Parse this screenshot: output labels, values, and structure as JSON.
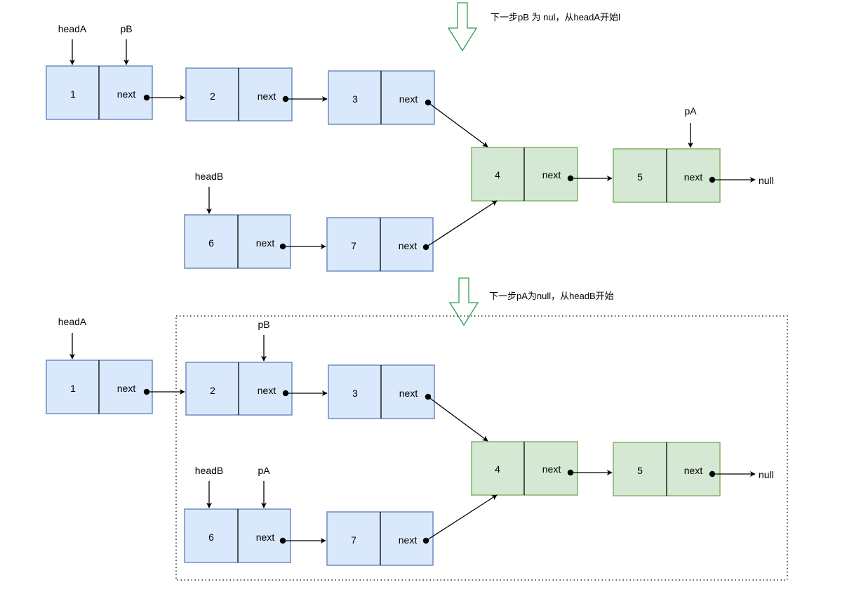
{
  "colors": {
    "node_blue_fill": "#dae8fc",
    "node_blue_stroke": "#6c8ebf",
    "node_green_fill": "#d5e8d4",
    "node_green_stroke": "#82b366",
    "step_arrow_stroke": "#2e9e4f",
    "line": "#000000"
  },
  "top": {
    "note": "下一步pB 为 nul，从headA开始l",
    "nodes": [
      {
        "value": "1",
        "next": "next"
      },
      {
        "value": "2",
        "next": "next"
      },
      {
        "value": "3",
        "next": "next"
      },
      {
        "value": "4",
        "next": "next"
      },
      {
        "value": "5",
        "next": "next"
      },
      {
        "value": "6",
        "next": "next"
      },
      {
        "value": "7",
        "next": "next"
      }
    ],
    "pointers": {
      "headA": "headA",
      "pB": "pB",
      "pA": "pA",
      "headB": "headB"
    },
    "null_label": "null"
  },
  "bottom": {
    "note": "下一步pA为null，从headB开始",
    "nodes": [
      {
        "value": "1",
        "next": "next"
      },
      {
        "value": "2",
        "next": "next"
      },
      {
        "value": "3",
        "next": "next"
      },
      {
        "value": "4",
        "next": "next"
      },
      {
        "value": "5",
        "next": "next"
      },
      {
        "value": "6",
        "next": "next"
      },
      {
        "value": "7",
        "next": "next"
      }
    ],
    "pointers": {
      "headA": "headA",
      "pB": "pB",
      "headB": "headB",
      "pA": "pA"
    },
    "null_label": "null"
  }
}
